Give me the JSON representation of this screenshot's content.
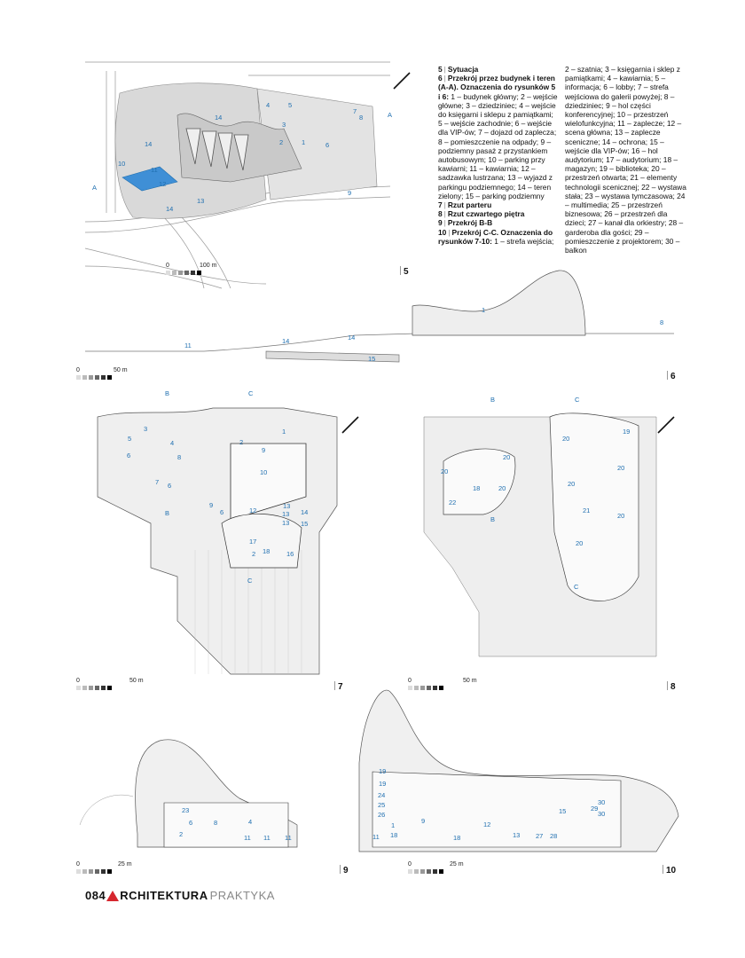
{
  "legend": {
    "col1": [
      {
        "n": "5",
        "cap": "Sytuacja",
        "t": ""
      },
      {
        "n": "6",
        "cap": "Przekrój przez budynek i teren (A-A). Oznaczenia do rysunków 5 i 6:",
        "t": " 1 – budynek główny; 2 – wejście główne; 3 – dziedziniec; 4 – wejście do księgarni i sklepu z pamiątkami; 5 – wejście zachodnie; 6 – wejście dla VIP-ów; 7 – dojazd od zaplecza; 8 – pomieszczenie na odpady; 9 – podziemny pasaż z przystankiem autobusowym; 10 – parking przy kawiarni; 11 – kawiarnia; 12 – sadzawka lustrzana; 13 – wyjazd z parkingu podziemnego; 14 – teren zielony; 15 – parking podziemny"
      },
      {
        "n": "7",
        "cap": "Rzut parteru",
        "t": ""
      },
      {
        "n": "8",
        "cap": "Rzut czwartego piętra",
        "t": ""
      },
      {
        "n": "9",
        "cap": "Przekrój B-B",
        "t": ""
      },
      {
        "n": "10",
        "cap": "Przekrój C-C. Oznaczenia do rysunków 7-10:",
        "t": " 1 – strefa wejścia;"
      }
    ],
    "col2": "2 – szatnia; 3 – księgarnia i sklep z pamiątkami; 4 – kawiarnia; 5 – informacja; 6 – lobby; 7 – strefa wejściowa do galerii powyżej; 8 – dziedziniec; 9 – hol części konferencyjnej; 10 – przestrzeń wielofunkcyjna; 11 – zaplecze; 12 – scena główna; 13 – zaplecze sceniczne; 14 – ochrona; 15 – wejście dla VIP-ów; 16 – hol audytorium; 17 – audytorium; 18 – magazyn; 19 – biblioteka; 20 – przestrzeń otwarta; 21 – elementy technologii scenicznej; 22 – wystawa stała; 23 – wystawa tymczasowa; 24 – multimedia; 25 – przestrzeń biznesowa; 26 – przestrzeń dla dzieci; 27 – kanał dla orkiestry; 28 – garderoba dla gości; 29 – pomieszczenie z projektorem; 30 – balkon"
  },
  "figures": {
    "f5": {
      "no": "5",
      "scale": "100 m"
    },
    "f6": {
      "no": "6",
      "scale": "50 m"
    },
    "f7": {
      "no": "7",
      "scale": "50 m"
    },
    "f8": {
      "no": "8",
      "scale": "50 m"
    },
    "f9": {
      "no": "9",
      "scale": "25 m"
    },
    "f10": {
      "no": "10",
      "scale": "25 m"
    }
  },
  "scale_zero": "0",
  "section_marks": {
    "a": "A",
    "b": "B",
    "c": "C"
  },
  "footer": {
    "page": "084",
    "brand": "RCHITEKTURA",
    "brand2": "PRAKTYKA"
  },
  "colors": {
    "accent_blue": "#1f6fb0",
    "brand_red": "#d6262e"
  }
}
